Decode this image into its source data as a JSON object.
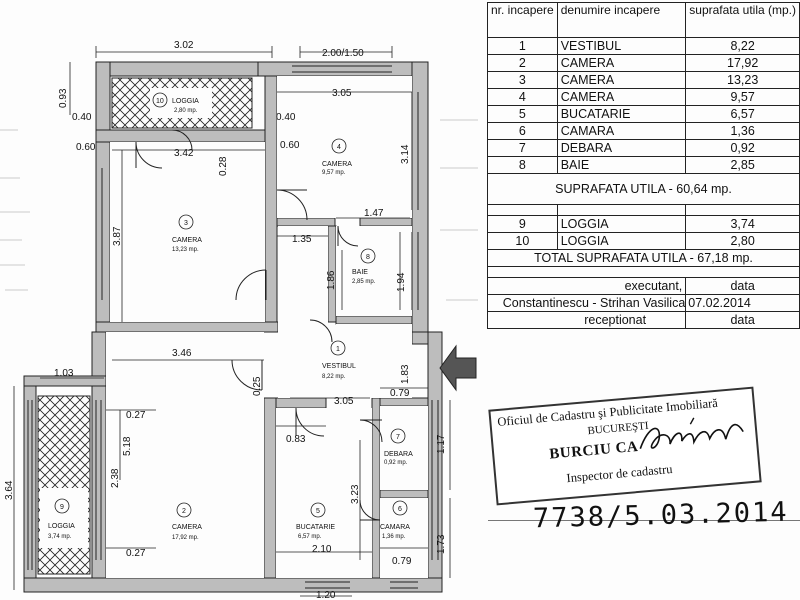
{
  "plan": {
    "dims": {
      "d302": "3.02",
      "d200150": "2.00/1.50",
      "d305": "3.05",
      "d093": "0.93",
      "d040a": "0.40",
      "d040b": "0.40",
      "d060a": "0.60",
      "d342": "3.42",
      "d060b": "0.60",
      "d028": "0.28",
      "d314": "3.14",
      "d147": "1.47",
      "d387": "3.87",
      "d135": "1.35",
      "d186": "1.86",
      "d194": "1.94",
      "d346": "3.46",
      "d103": "1.03",
      "d025": "0.25",
      "d183": "1.83",
      "d079a": "0.79",
      "d027a": "0.27",
      "d305b": "3.05",
      "d518": "5.18",
      "d238": "2.38",
      "d364": "3.64",
      "d083": "0.83",
      "d117": "1.17",
      "d323": "3.23",
      "d173": "1.73",
      "d027b": "0.27",
      "d210": "2.10",
      "d079b": "0.79",
      "d120": "1.20"
    },
    "rooms": {
      "loggia10": {
        "num": "10",
        "name": "LOGGIA",
        "area": "2,80 mp."
      },
      "camera4": {
        "num": "4",
        "name": "CAMERA",
        "area": "9,57 mp."
      },
      "camera3": {
        "num": "3",
        "name": "CAMERA",
        "area": "13,23 mp."
      },
      "baie8": {
        "num": "8",
        "name": "BAIE",
        "area": "2,85 mp."
      },
      "vestibul1": {
        "num": "1",
        "name": "VESTIBUL",
        "area": "8,22 mp."
      },
      "debara7": {
        "num": "7",
        "name": "DEBARA",
        "area": "0,92 mp."
      },
      "camera2": {
        "num": "2",
        "name": "CAMERA",
        "area": "17,92 mp."
      },
      "bucatarie5": {
        "num": "5",
        "name": "BUCATARIE",
        "area": "6,57 mp."
      },
      "camara6": {
        "num": "6",
        "name": "CAMARA",
        "area": "1,36 mp."
      },
      "loggia9": {
        "num": "9",
        "name": "LOGGIA",
        "area": "3,74 mp."
      }
    }
  },
  "table": {
    "header": {
      "col1": "nr. incapere",
      "col2": "denumire incapere",
      "col3": "suprafata utila (mp.)"
    },
    "rows": [
      {
        "nr": "1",
        "name": "VESTIBUL",
        "area": "8,22"
      },
      {
        "nr": "2",
        "name": "CAMERA",
        "area": "17,92"
      },
      {
        "nr": "3",
        "name": "CAMERA",
        "area": "13,23"
      },
      {
        "nr": "4",
        "name": "CAMERA",
        "area": "9,57"
      },
      {
        "nr": "5",
        "name": "BUCATARIE",
        "area": "6,57"
      },
      {
        "nr": "6",
        "name": "CAMARA",
        "area": "1,36"
      },
      {
        "nr": "7",
        "name": "DEBARA",
        "area": "0,92"
      },
      {
        "nr": "8",
        "name": "BAIE",
        "area": "2,85"
      }
    ],
    "suprafata_utila": "SUPRAFATA UTILA - 60,64 mp.",
    "rows2": [
      {
        "nr": "9",
        "name": "LOGGIA",
        "area": "3,74"
      },
      {
        "nr": "10",
        "name": "LOGGIA",
        "area": "2,80"
      }
    ],
    "total": "TOTAL SUPRAFATA UTILA - 67,18 mp.",
    "executant_label": "executant,",
    "data_label_1": "data",
    "executant_name": "Constantinescu - Strihan Vasilica",
    "executant_date": "07.02.2014",
    "receptionat_label": "receptionat",
    "data_label_2": "data"
  },
  "stamp": {
    "line1": "Oficiul de Cadastru şi Publicitate Imobiliară",
    "line2": "BUCUREŞTI",
    "line3": "BURCIU CA",
    "line4": "Inspector de cadastru"
  },
  "registration": "7738/5.03.2014"
}
